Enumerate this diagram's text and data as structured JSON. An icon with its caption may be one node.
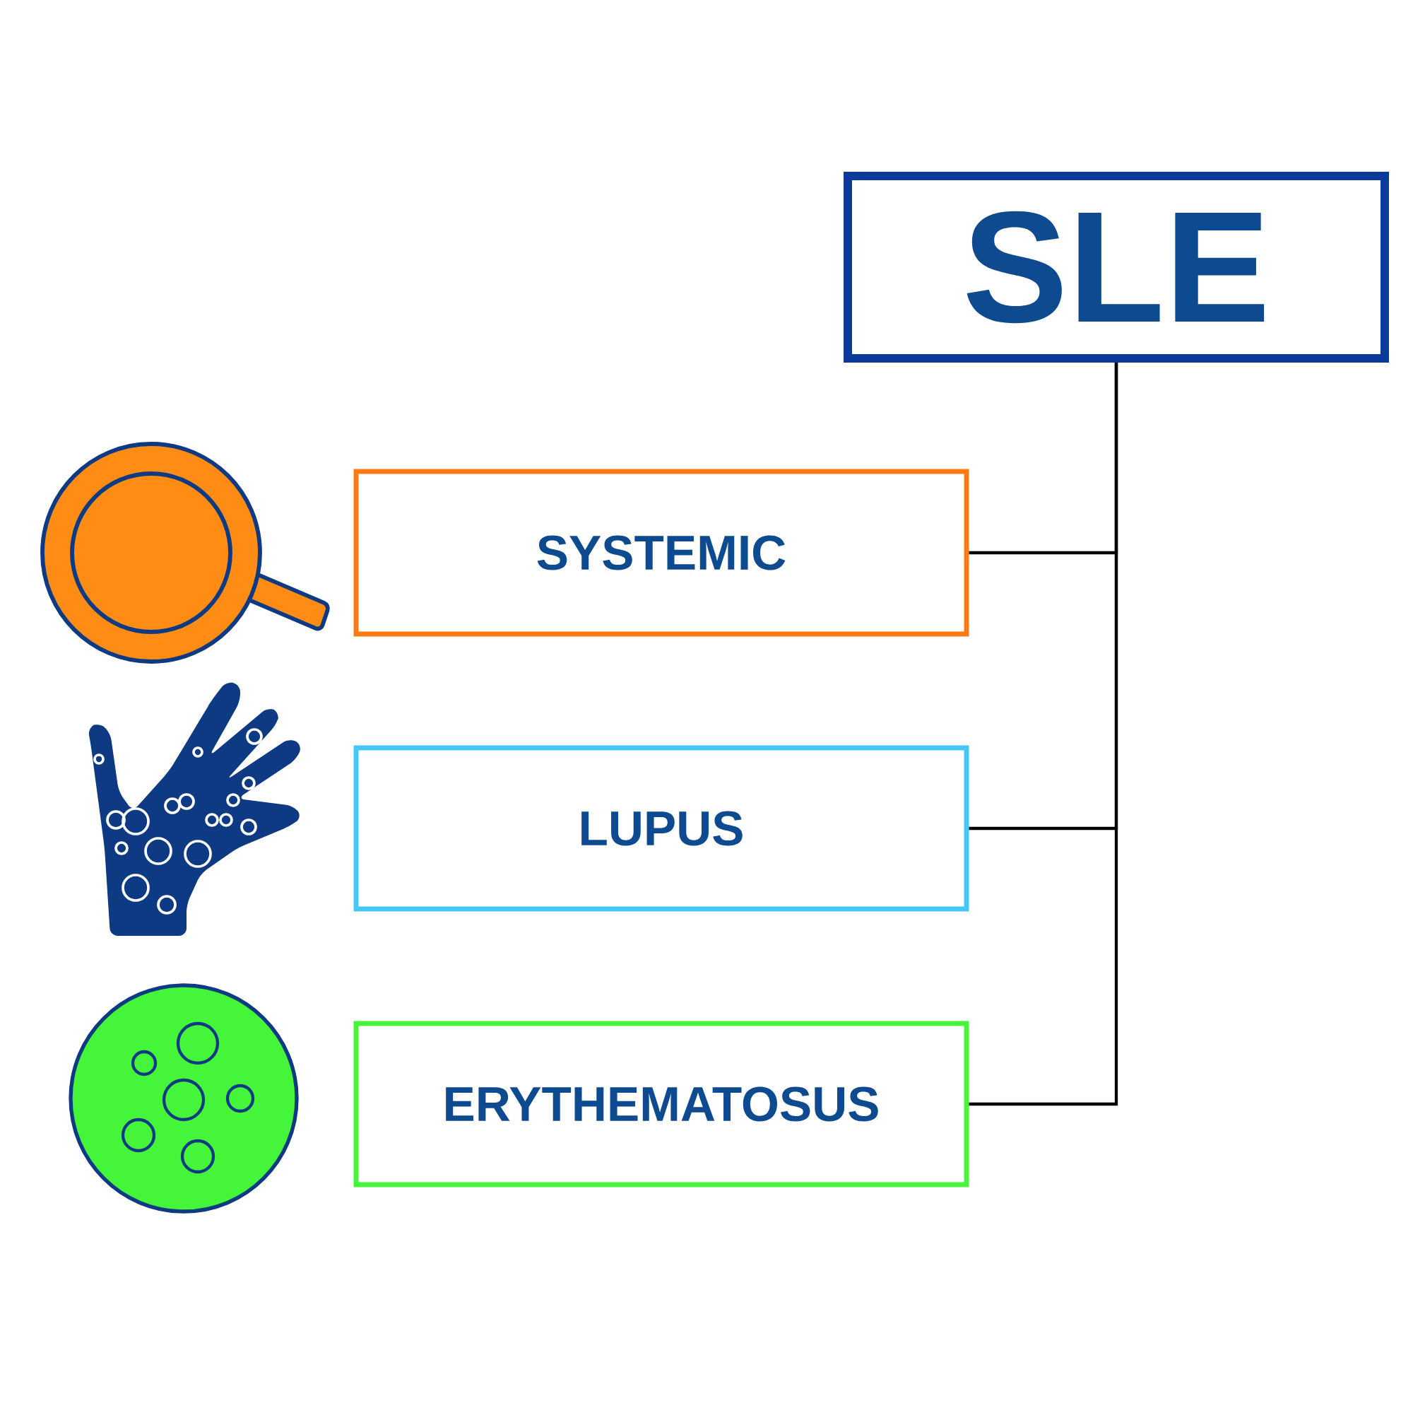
{
  "diagram": {
    "nodes": [
      {
        "text": [
          "SLE"
        ]
      },
      {
        "text": [
          "SYSTEMIC"
        ]
      },
      {
        "text": [
          "LUPUS"
        ]
      },
      {
        "text": [
          "ERYTHEMATOSUS"
        ]
      }
    ],
    "edges": [
      {
        "from": 0,
        "to": 1,
        "arrow": "none"
      },
      {
        "from": 0,
        "to": 2,
        "arrow": "none"
      },
      {
        "from": 0,
        "to": 3,
        "arrow": "none"
      }
    ]
  }
}
